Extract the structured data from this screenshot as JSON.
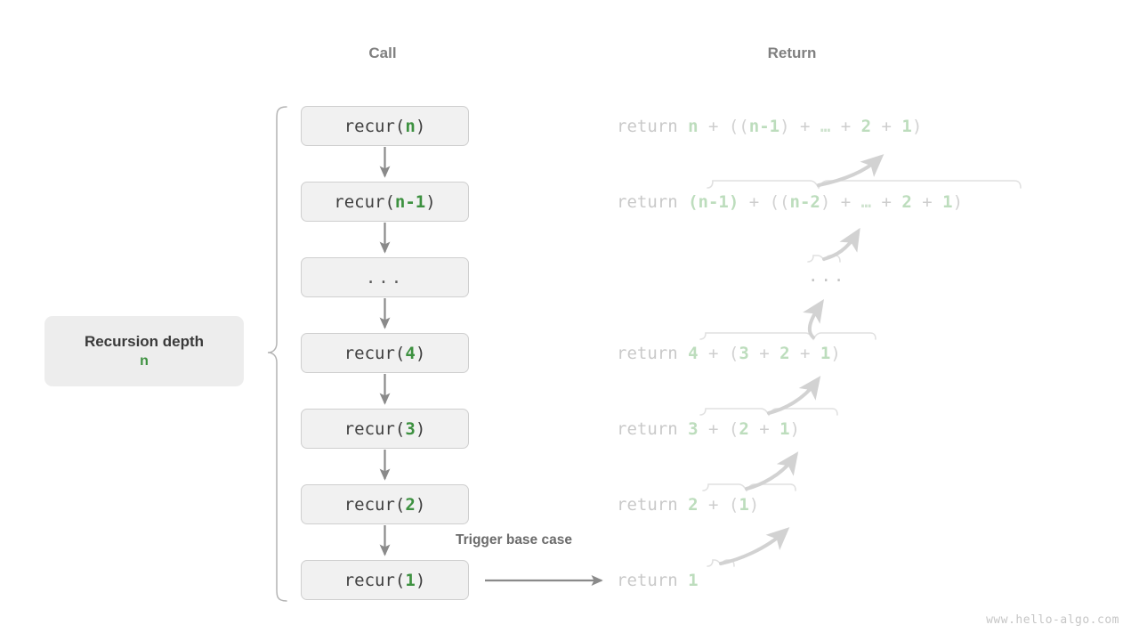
{
  "headers": {
    "call": "Call",
    "return": "Return"
  },
  "depth": {
    "title": "Recursion depth",
    "value": "n"
  },
  "call_stack": [
    {
      "prefix": "recur(",
      "arg": "n",
      "suffix": ")",
      "is_dots": false,
      "text": "recur(n)"
    },
    {
      "prefix": "recur(",
      "arg": "n-1",
      "suffix": ")",
      "is_dots": false,
      "text": "recur(n-1)"
    },
    {
      "prefix": "",
      "arg": "",
      "suffix": "",
      "is_dots": true,
      "text": "..."
    },
    {
      "prefix": "recur(",
      "arg": "4",
      "suffix": ")",
      "is_dots": false,
      "text": "recur(4)"
    },
    {
      "prefix": "recur(",
      "arg": "3",
      "suffix": ")",
      "is_dots": false,
      "text": "recur(3)"
    },
    {
      "prefix": "recur(",
      "arg": "2",
      "suffix": ")",
      "is_dots": false,
      "text": "recur(2)"
    },
    {
      "prefix": "recur(",
      "arg": "1",
      "suffix": ")",
      "is_dots": false,
      "text": "recur(1)"
    }
  ],
  "returns": [
    {
      "keyword": "return ",
      "expr": "n + ((n-1) + … + 2 + 1)",
      "full": "return n + ((n-1) + … + 2 + 1)"
    },
    {
      "keyword": "return ",
      "expr": "(n-1) + ((n-2) + … + 2 + 1)",
      "full": "return (n-1) + ((n-2) + … + 2 + 1)"
    },
    {
      "keyword": "",
      "expr": "...",
      "full": "..."
    },
    {
      "keyword": "return ",
      "expr": "4 + (3 + 2 + 1)",
      "full": "return 4 + (3 + 2 + 1)"
    },
    {
      "keyword": "return ",
      "expr": "3 + (2 + 1)",
      "full": "return 3 + (2 + 1)"
    },
    {
      "keyword": "return ",
      "expr": "2 + (1)",
      "full": "return 2 + (1)"
    },
    {
      "keyword": "return ",
      "expr": "1",
      "full": "return 1"
    }
  ],
  "annotations": {
    "trigger": "Trigger base case"
  },
  "watermark": "www.hello-algo.com",
  "colors": {
    "accent_green": "#3d9140",
    "faded_green": "#bdddbd",
    "box_fill": "#f1f1f1",
    "box_border": "#cfcfcf",
    "depth_fill": "#ededed",
    "arrow_gray": "#8a8a8a",
    "faded_gray": "#d8d8d8",
    "header_gray": "#808080",
    "text_dark": "#3f3f3f"
  }
}
